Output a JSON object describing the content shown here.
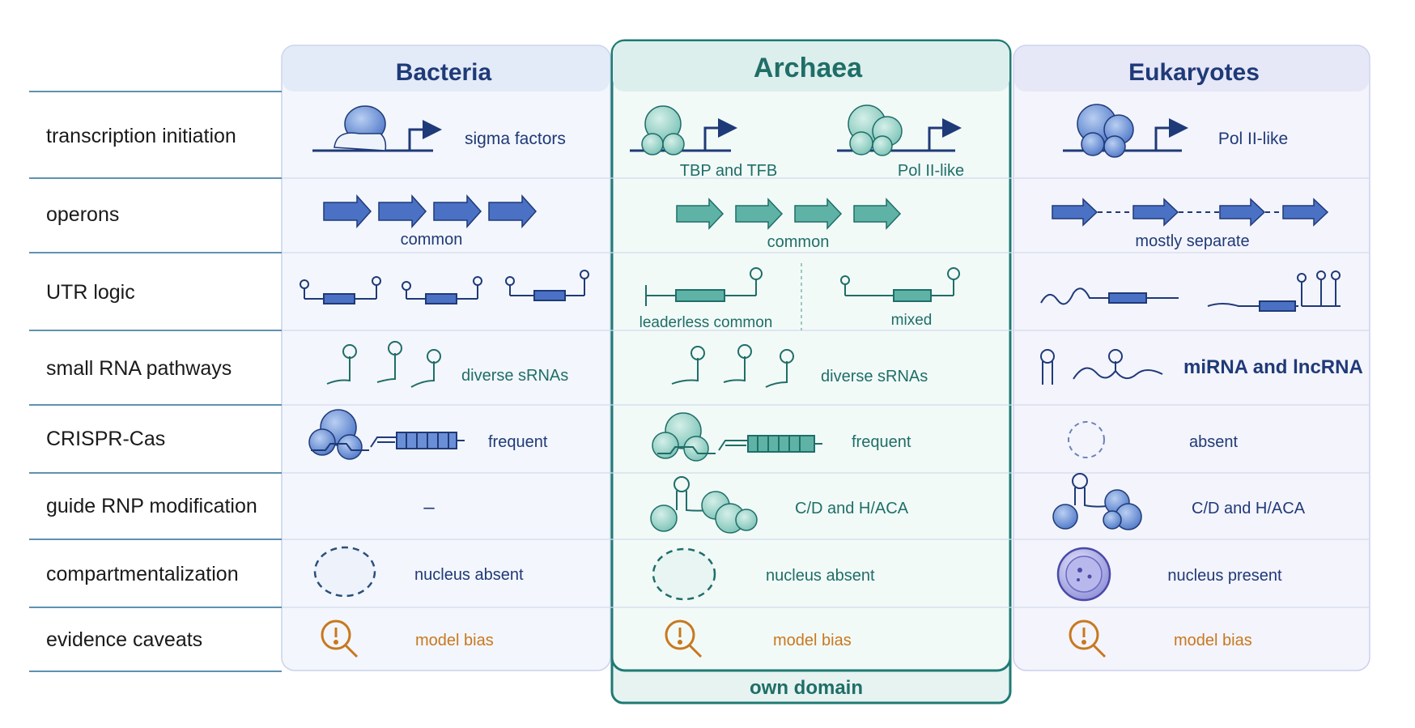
{
  "columns": {
    "bacteria": "Bacteria",
    "archaea": "Archaea",
    "eukaryotes": "Eukaryotes"
  },
  "rows": [
    {
      "label": "transcription initiation"
    },
    {
      "label": "operons"
    },
    {
      "label": "UTR logic"
    },
    {
      "label": "small RNA pathways"
    },
    {
      "label": "CRISPR-Cas"
    },
    {
      "label": "guide RNP modification"
    },
    {
      "label": "compartmentalization"
    },
    {
      "label": "evidence caveats"
    }
  ],
  "cells": {
    "bacteria": {
      "transcription": "sigma factors",
      "operons": "common",
      "small_rna": "diverse sRNAs",
      "crispr": "frequent",
      "guide_rnp": "–",
      "compartment": "nucleus absent",
      "caveats": "model bias"
    },
    "archaea": {
      "transcription_a": "TBP and TFB",
      "transcription_b": "Pol II-like",
      "operons": "common",
      "utr_a": "leaderless common",
      "utr_b": "mixed",
      "small_rna": "diverse sRNAs",
      "crispr": "frequent",
      "guide_rnp": "C/D and H/ACA",
      "compartment": "nucleus absent",
      "caveats": "model bias"
    },
    "eukaryotes": {
      "transcription": "Pol II-like",
      "operons": "mostly separate",
      "small_rna": "miRNA and lncRNA",
      "crispr": "absent",
      "guide_rnp": "C/D and H/ACA",
      "compartment": "nucleus present",
      "caveats": "model bias"
    }
  },
  "footer": {
    "archaea_note": "own domain"
  },
  "colors": {
    "bacteria": "#2a4fa0",
    "archaea": "#1f7a74",
    "eukaryotes": "#2a4fa0",
    "caveat": "#c8781e",
    "row_text": "#1a1a1a"
  },
  "icons": [
    "rna-polymerase-icon",
    "promoter-arrow-icon",
    "gene-arrow-icon",
    "hairpin-utr-icon",
    "srna-hairpin-icon",
    "cas-complex-icon",
    "crispr-array-icon",
    "snorna-rnp-icon",
    "nucleoid-outline-icon",
    "nucleus-icon",
    "magnifier-warning-icon"
  ]
}
